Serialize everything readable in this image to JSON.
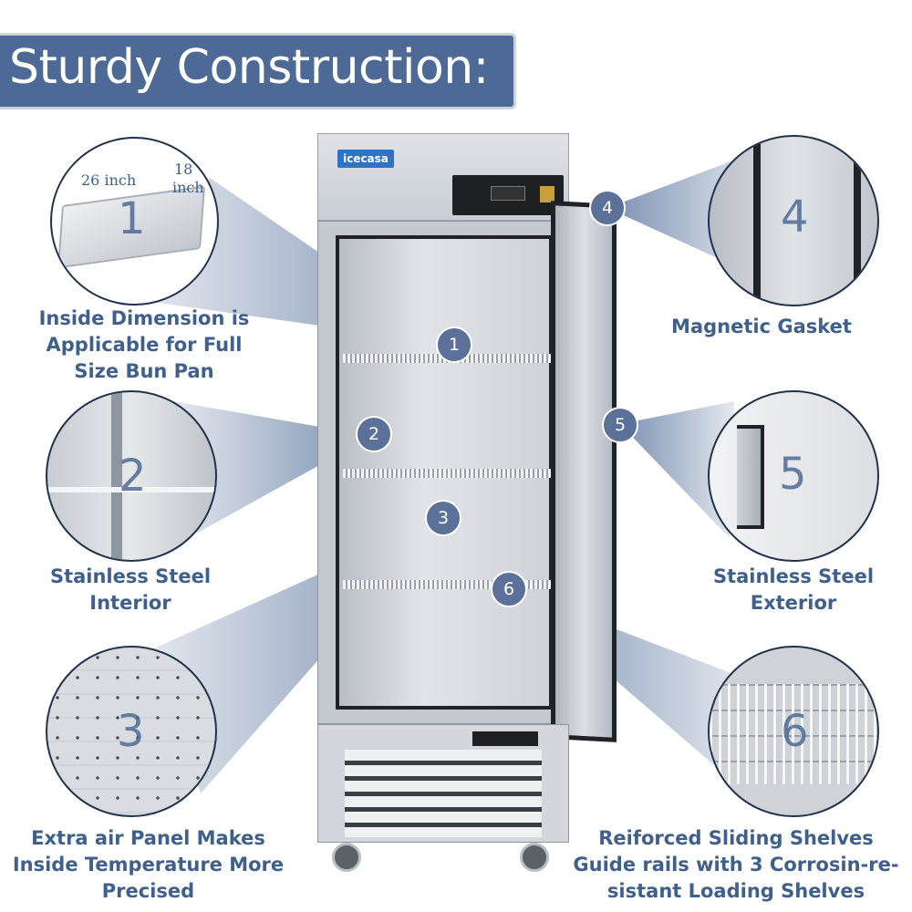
{
  "title": "Sturdy Construction:",
  "brand": "icecasa",
  "features": [
    {
      "number": "1",
      "lines": [
        "Inside Dimension is",
        "Applicable for Full",
        "Size Bun Pan"
      ]
    },
    {
      "number": "2",
      "lines": [
        "Stainless Steel",
        "Interior"
      ]
    },
    {
      "number": "3",
      "lines": [
        "Extra air Panel Makes",
        "Inside Temperature More",
        "Precised"
      ]
    },
    {
      "number": "4",
      "lines": [
        "Magnetic Gasket"
      ]
    },
    {
      "number": "5",
      "lines": [
        "Stainless Steel",
        "Exterior"
      ]
    },
    {
      "number": "6",
      "lines": [
        "Reiforced Sliding Shelves",
        "Guide rails with 3 Corrosin-re-",
        "sistant Loading Shelves"
      ]
    }
  ],
  "pan_dimensions": {
    "width": "26 inch",
    "depth_value": "18",
    "depth_unit": "inch"
  },
  "colors": {
    "accent": "#4d6a96",
    "caption": "#3f5f8c",
    "beam": "#6f86ab"
  }
}
